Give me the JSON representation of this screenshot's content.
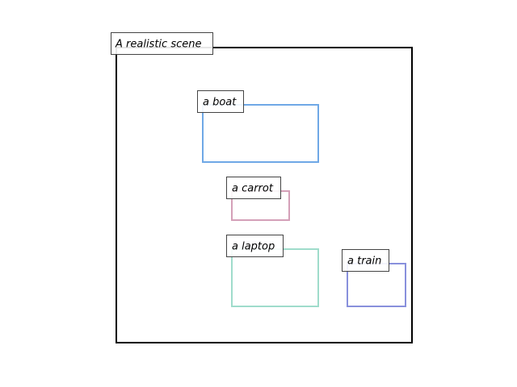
{
  "scene": {
    "title": "A realistic scene",
    "frame_color": "#000000"
  },
  "boxes": [
    {
      "id": "boat",
      "label": "a boat",
      "color": "#6fa8e6"
    },
    {
      "id": "carrot",
      "label": "a carrot",
      "color": "#d4a0b8"
    },
    {
      "id": "laptop",
      "label": "a laptop",
      "color": "#9fdccb"
    },
    {
      "id": "train",
      "label": "a train",
      "color": "#8890dc"
    }
  ]
}
